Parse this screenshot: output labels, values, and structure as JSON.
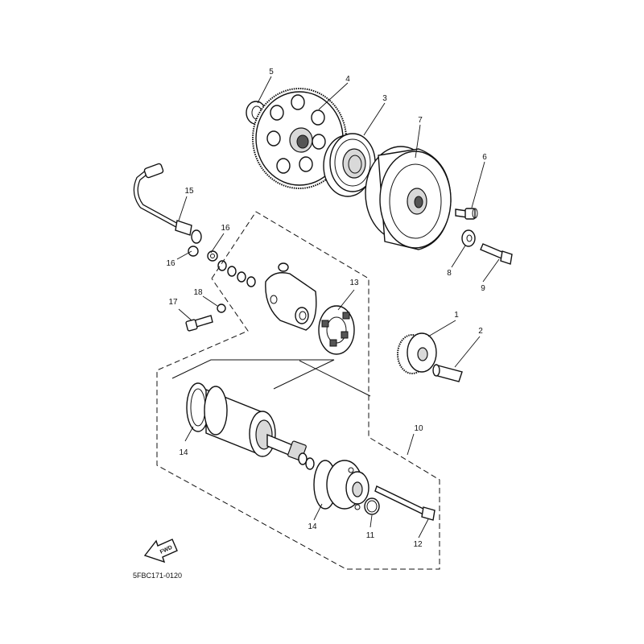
{
  "diagram": {
    "code": "5FBC171-0120",
    "fwd_label": "FWD",
    "callouts": [
      {
        "id": "c1",
        "text": "1"
      },
      {
        "id": "c2",
        "text": "2"
      },
      {
        "id": "c3",
        "text": "3"
      },
      {
        "id": "c4",
        "text": "4"
      },
      {
        "id": "c5",
        "text": "5"
      },
      {
        "id": "c6",
        "text": "6"
      },
      {
        "id": "c7",
        "text": "7"
      },
      {
        "id": "c8",
        "text": "8"
      },
      {
        "id": "c9",
        "text": "9"
      },
      {
        "id": "c10",
        "text": "10"
      },
      {
        "id": "c11",
        "text": "11"
      },
      {
        "id": "c12",
        "text": "12"
      },
      {
        "id": "c13",
        "text": "13"
      },
      {
        "id": "c14a",
        "text": "14"
      },
      {
        "id": "c14b",
        "text": "14"
      },
      {
        "id": "c15",
        "text": "15"
      },
      {
        "id": "c16a",
        "text": "16"
      },
      {
        "id": "c16b",
        "text": "16"
      },
      {
        "id": "c17",
        "text": "17"
      },
      {
        "id": "c18",
        "text": "18"
      }
    ]
  }
}
